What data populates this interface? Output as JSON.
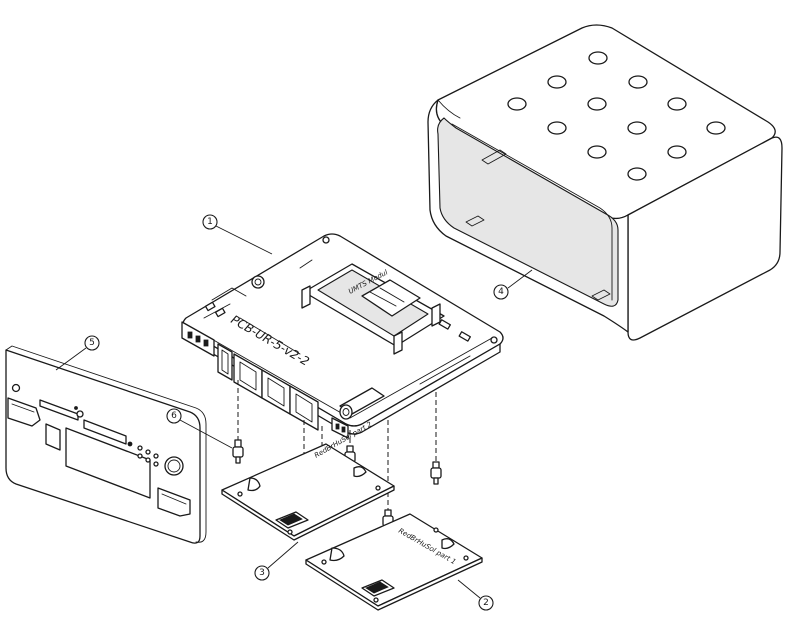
{
  "labels": {
    "pcb": "PCB-UR-5-v2-2",
    "umts": "UMTS Modul",
    "part2": "RedBrHuSol part 2",
    "part1": "RedBrHuSol part 1"
  },
  "callouts": [
    "1",
    "2",
    "3",
    "4",
    "5",
    "6"
  ]
}
